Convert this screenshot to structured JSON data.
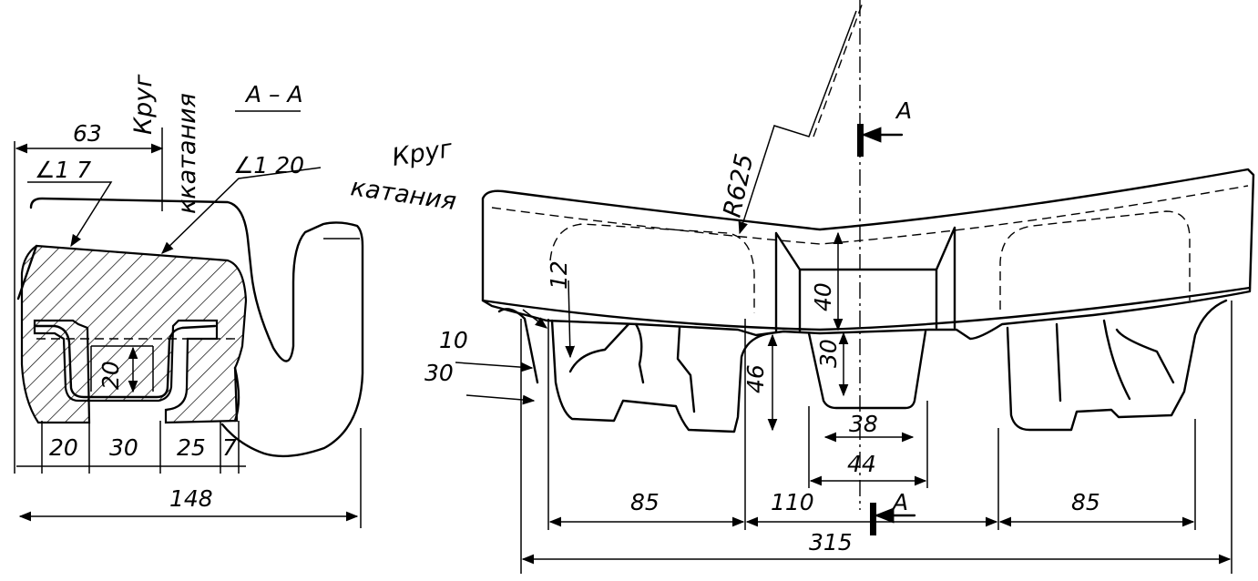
{
  "section_title": "А – А",
  "section_mark": "А",
  "labels": {
    "rolling_circle_left_1": "Круг",
    "rolling_circle_left_2": "ккатания",
    "rolling_circle_right_1": "Круг",
    "rolling_circle_right_2": "катания"
  },
  "angles": {
    "a1": "∠1 7",
    "a2": "∠1 20"
  },
  "radius": "R625",
  "dims_left": {
    "d63": "63",
    "d20h": "20",
    "d20": "20",
    "d30": "30",
    "d25": "25",
    "d7": "7",
    "d148": "148"
  },
  "dims_right": {
    "d12": "12",
    "d10": "10",
    "d30a": "30",
    "d46": "46",
    "d40": "40",
    "d30b": "30",
    "d38": "38",
    "d44": "44",
    "d85a": "85",
    "d110": "110",
    "d85b": "85",
    "d315": "315"
  }
}
